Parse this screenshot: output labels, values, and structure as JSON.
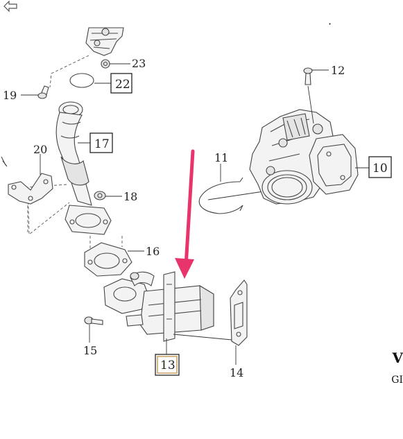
{
  "diagram": {
    "callouts": [
      {
        "id": "10",
        "label": "10",
        "boxed": true
      },
      {
        "id": "11",
        "label": "11",
        "boxed": false
      },
      {
        "id": "12",
        "label": "12",
        "boxed": false
      },
      {
        "id": "13",
        "label": "13",
        "boxed": true,
        "highlighted": true
      },
      {
        "id": "14",
        "label": "14",
        "boxed": false
      },
      {
        "id": "15",
        "label": "15",
        "boxed": false
      },
      {
        "id": "16",
        "label": "16",
        "boxed": true
      },
      {
        "id": "17",
        "label": "17",
        "boxed": false
      },
      {
        "id": "18",
        "label": "18",
        "boxed": false
      },
      {
        "id": "19",
        "label": "19",
        "boxed": false
      },
      {
        "id": "20",
        "label": "20",
        "boxed": false
      },
      {
        "id": "22",
        "label": "22",
        "boxed": true
      },
      {
        "id": "23",
        "label": "23",
        "boxed": false
      }
    ],
    "arrow_color": "#e8336b",
    "highlight_box_color": "#c8a060"
  },
  "corner": {
    "brand_mark": "V",
    "code": "GI"
  },
  "icons": {
    "back": "back-arrow-icon"
  }
}
